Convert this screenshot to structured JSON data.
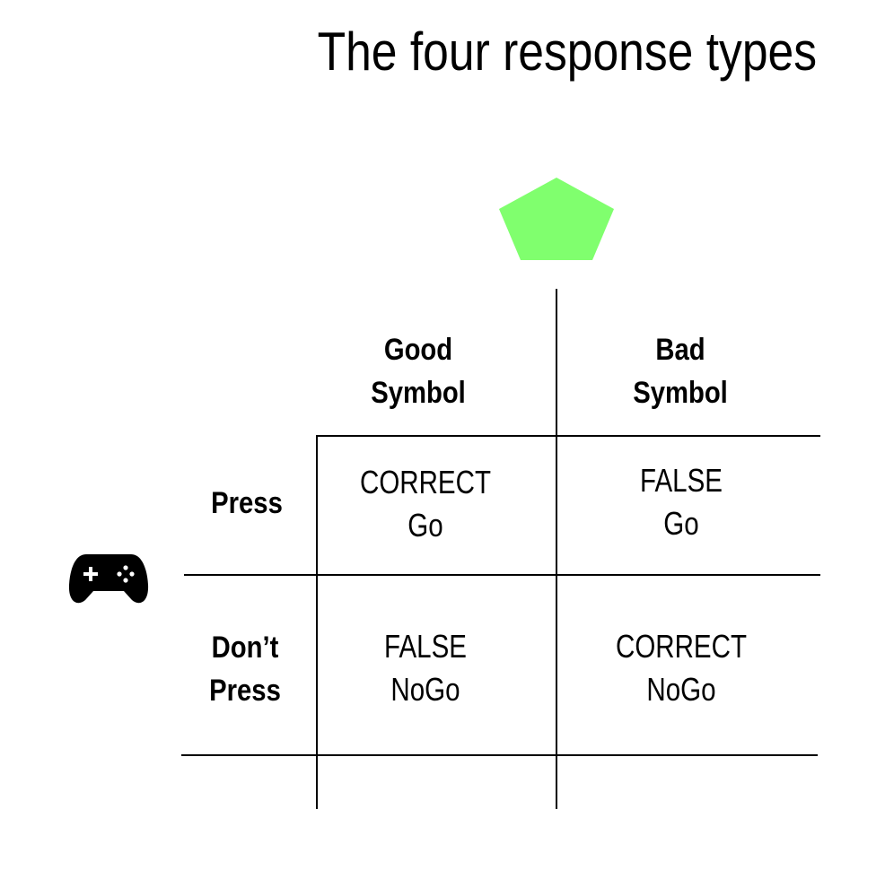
{
  "title": "The four response types",
  "colors": {
    "pentagon": "#80ff6e",
    "lines": "#000000"
  },
  "icons": {
    "stimulus": "pentagon-icon",
    "controller": "gamepad-icon"
  },
  "columns": [
    {
      "line1": "Good",
      "line2": "Symbol"
    },
    {
      "line1": "Bad",
      "line2": "Symbol"
    }
  ],
  "rows": [
    {
      "line1": "Press",
      "line2": ""
    },
    {
      "line1": "Don’t",
      "line2": "Press"
    }
  ],
  "cells": [
    [
      {
        "line1": "CORRECT",
        "line2": "Go"
      },
      {
        "line1": "FALSE",
        "line2": "Go"
      }
    ],
    [
      {
        "line1": "FALSE",
        "line2": "NoGo"
      },
      {
        "line1": "CORRECT",
        "line2": "NoGo"
      }
    ]
  ]
}
